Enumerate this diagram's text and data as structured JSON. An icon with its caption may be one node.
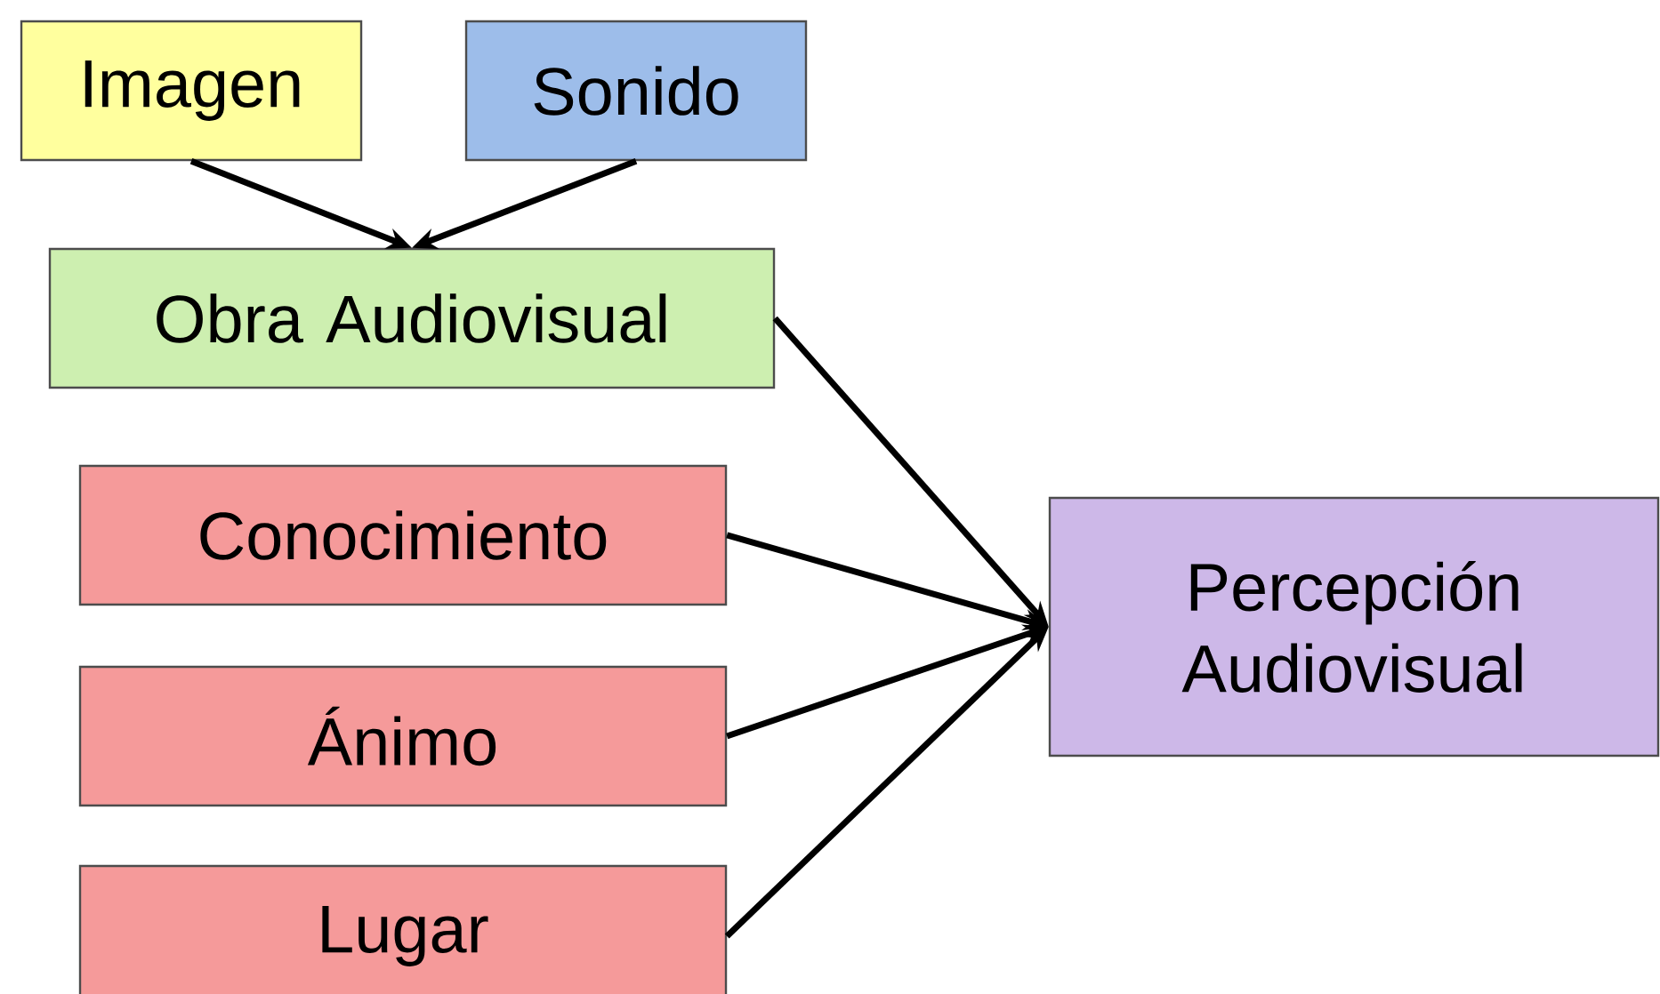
{
  "diagram": {
    "nodes": [
      {
        "text": [
          "Imagen"
        ]
      },
      {
        "text": [
          "Sonido"
        ]
      },
      {
        "text": [
          "Obra Audiovisual"
        ]
      },
      {
        "text": [
          "Conocimiento"
        ]
      },
      {
        "text": [
          "Ánimo"
        ]
      },
      {
        "text": [
          "Lugar"
        ]
      },
      {
        "text": [
          "Percepción Audiovisual"
        ]
      }
    ],
    "edges": [
      {
        "from": 0,
        "to": 2,
        "arrow": "to"
      },
      {
        "from": 1,
        "to": 2,
        "arrow": "to"
      },
      {
        "from": 2,
        "to": 6,
        "arrow": "to"
      },
      {
        "from": 3,
        "to": 6,
        "arrow": "to"
      },
      {
        "from": 4,
        "to": 6,
        "arrow": "to"
      },
      {
        "from": 5,
        "to": 6,
        "arrow": "to"
      }
    ]
  }
}
